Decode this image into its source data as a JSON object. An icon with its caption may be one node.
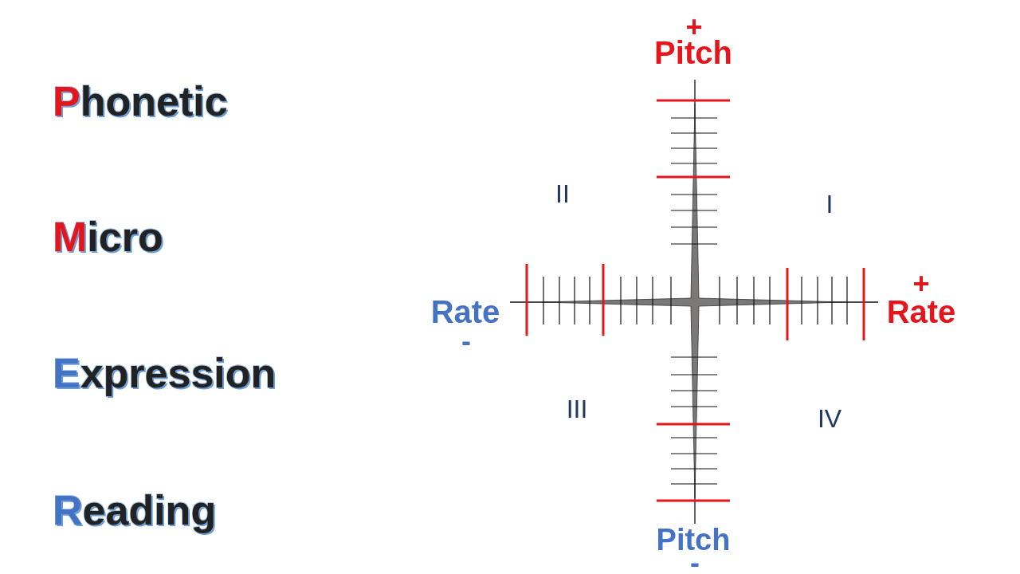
{
  "diagram": {
    "labels": [
      "+",
      "Pitch",
      "Phonetic",
      "II",
      "I",
      "Micro",
      "+",
      "Rate",
      "Rate",
      "-",
      "Expression",
      "III",
      "IV",
      "Reading",
      "Pitch",
      "-"
    ]
  }
}
